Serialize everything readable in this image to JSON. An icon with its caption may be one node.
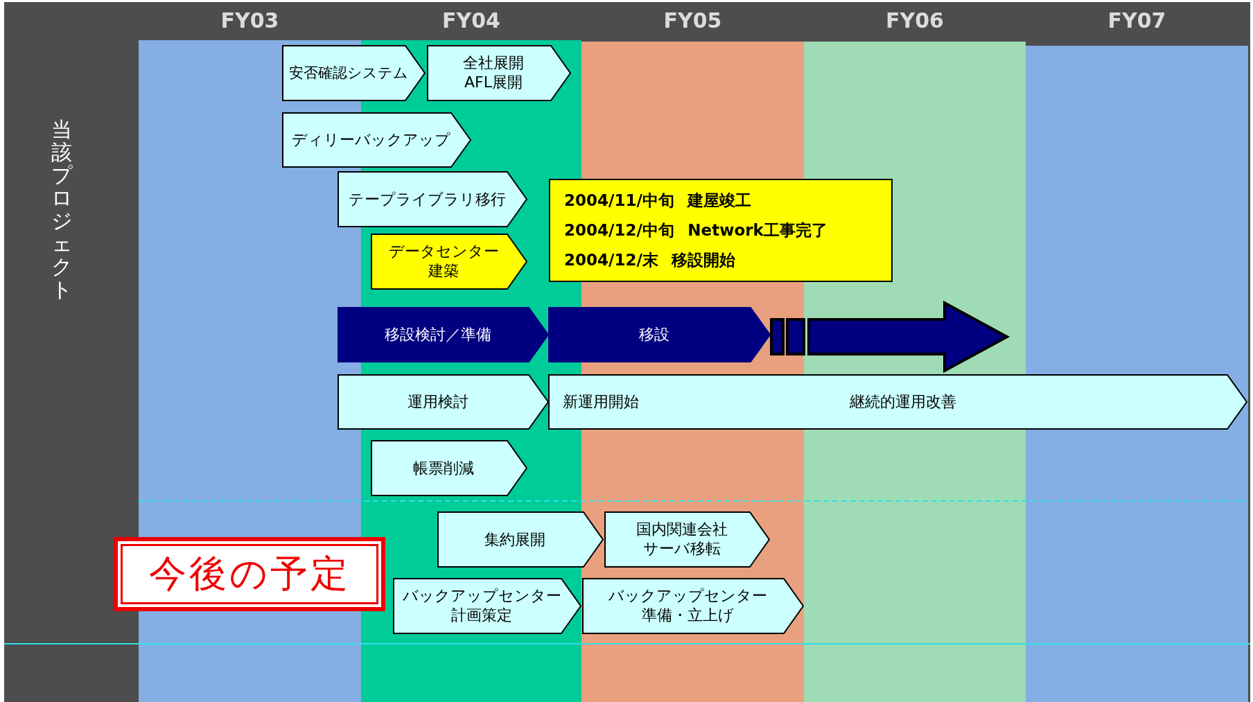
{
  "diagram": {
    "nodes": [
      {
        "text": [
          "安否確認システム"
        ]
      },
      {
        "text": [
          "全社展開AFL展開"
        ]
      },
      {
        "text": [
          "ディリーバックアップ"
        ]
      },
      {
        "text": [
          "テープライブラリ移行"
        ]
      },
      {
        "text": [
          "2004/11/中旬 建屋竣工",
          "2004/12/中旬 Network工事完了",
          "2004/12/末 移設開始"
        ]
      },
      {
        "text": [
          "データセンター建築"
        ]
      },
      {
        "text": [
          "移設検討／準備"
        ]
      },
      {
        "text": [
          "移設"
        ]
      },
      {
        "text": [],
        "shape": "arrow"
      },
      {
        "text": [
          "運用検討"
        ]
      },
      {
        "text": [
          "新運用開始",
          "継続的運用改善"
        ]
      },
      {
        "text": [
          "帳票削減"
        ]
      },
      {
        "text": [
          "集約展開"
        ]
      },
      {
        "text": [
          "国内関連会社サーバ移転"
        ]
      },
      {
        "text": [
          "今後の予定"
        ]
      },
      {
        "text": [
          "バックアップセンター計画策定"
        ]
      },
      {
        "text": [
          "バックアップセンター準備・立上げ"
        ]
      }
    ],
    "labels": [
      "FY03",
      "FY04",
      "FY05",
      "FY06",
      "FY07",
      "当該プロジェクト"
    ]
  }
}
